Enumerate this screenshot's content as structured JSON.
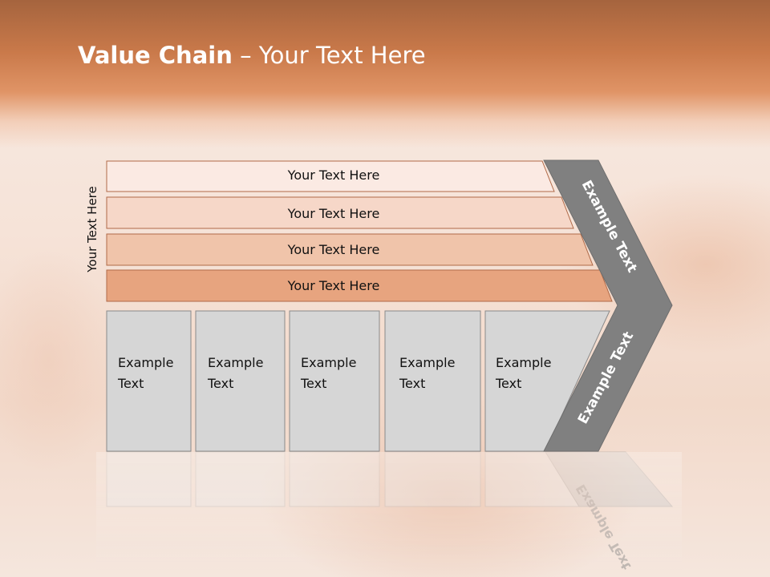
{
  "title": {
    "bold": "Value Chain",
    "rest": " – Your Text Here"
  },
  "side_label": "Your Text Here",
  "bars": [
    {
      "label": "Your Text Here",
      "fill": "#fbeae3"
    },
    {
      "label": "Your Text Here",
      "fill": "#f6d7c8"
    },
    {
      "label": "Your Text Here",
      "fill": "#f0c4aa"
    },
    {
      "label": "Your Text Here",
      "fill": "#e7a47f"
    }
  ],
  "columns": [
    {
      "line1": "Example",
      "line2": "Text"
    },
    {
      "line1": "Example",
      "line2": "Text"
    },
    {
      "line1": "Example",
      "line2": "Text"
    },
    {
      "line1": "Example",
      "line2": "Text"
    },
    {
      "line1": "Example",
      "line2": "Text"
    }
  ],
  "chevron": {
    "upper_label": "Example Text",
    "lower_label": "Example Text",
    "fill": "#808080"
  },
  "colors": {
    "column_fill": "#d6d6d6",
    "column_stroke": "#8a8a8a",
    "bar_stroke": "#b06a48"
  }
}
